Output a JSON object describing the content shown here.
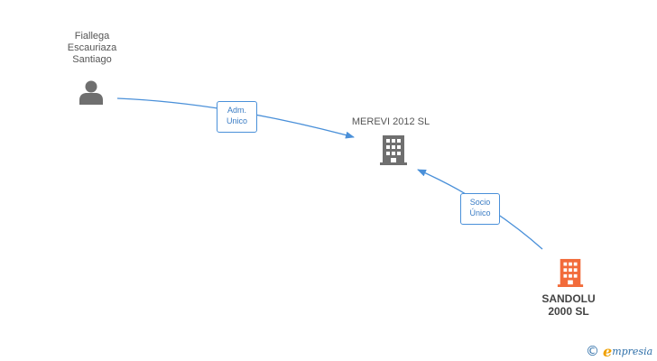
{
  "nodes": {
    "person": {
      "label_lines": [
        "Fiallega",
        "Escauriaza",
        "Santiago"
      ],
      "icon": "person-icon"
    },
    "merevi": {
      "label": "MEREVI 2012 SL",
      "icon": "building-icon"
    },
    "sandolu": {
      "label_lines": [
        "SANDOLU",
        "2000 SL"
      ],
      "icon": "building-icon"
    }
  },
  "edges": [
    {
      "from": "person",
      "to": "merevi",
      "label_lines": [
        "Adm.",
        "Unico"
      ]
    },
    {
      "from": "sandolu",
      "to": "merevi",
      "label_lines": [
        "Socio",
        "Único"
      ]
    }
  ],
  "colors": {
    "edge": "#4a90d9",
    "node_gray": "#6f6f6f",
    "node_highlight": "#f26b3a"
  },
  "footer": {
    "copyright_symbol": "©",
    "brand_initial": "e",
    "brand_rest": "mpresia"
  }
}
